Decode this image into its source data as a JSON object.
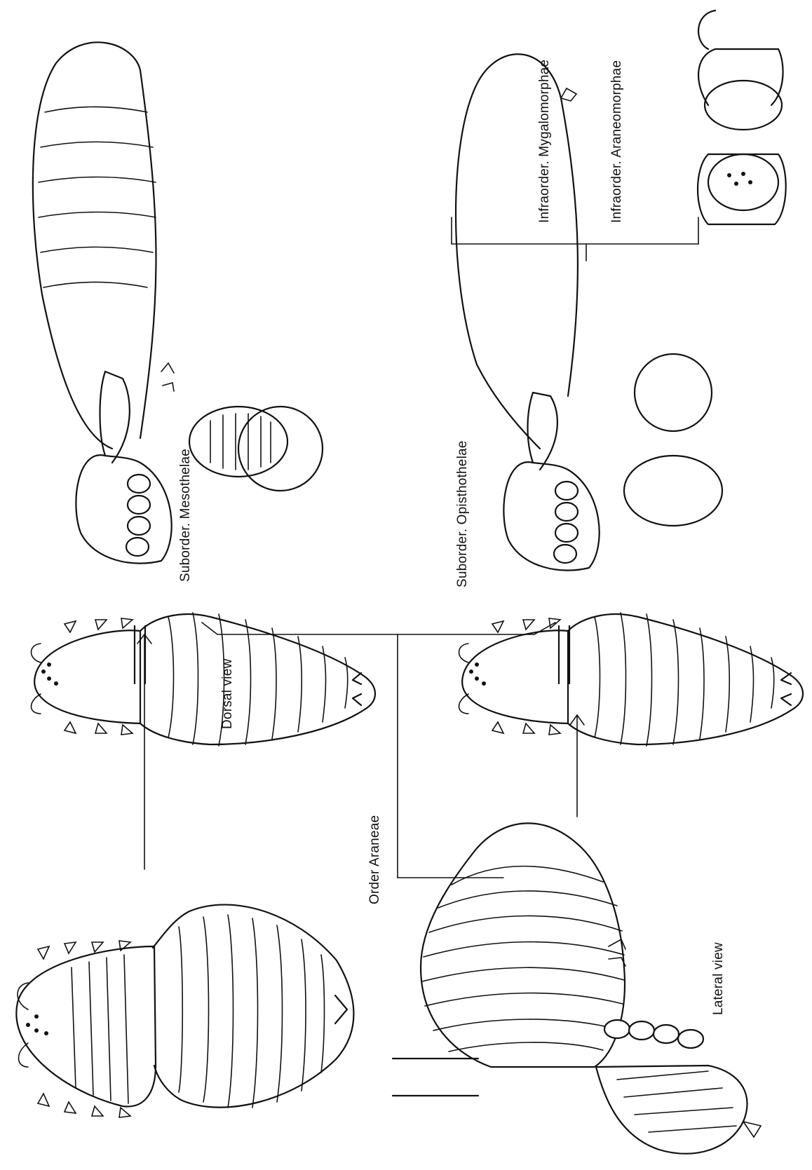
{
  "labels": {
    "dorsal_view": "Dorsal view",
    "lateral_view": "Lateral view",
    "order": "Order Araneae",
    "suborder_mesothelae": "Suborder. Mesothelae",
    "suborder_opisthothelae": "Suborder. Opisthothelae",
    "infraorder_mygalomorphae": "Infraorder. Mygalomorphae",
    "infraorder_araneomorphae": "Infraorder. Araneomorphae"
  }
}
